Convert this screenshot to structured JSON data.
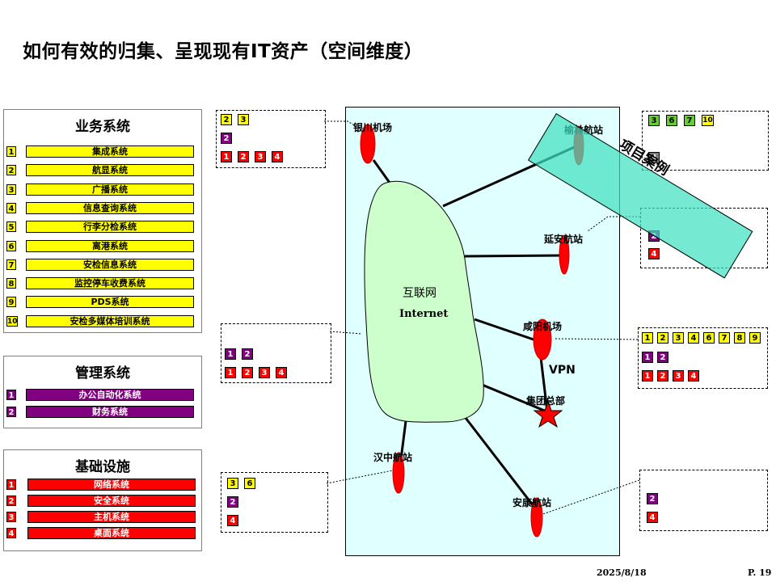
{
  "title": "如何有效的归集、呈现现有IT资产（空间维度）",
  "legends": {
    "business": {
      "heading": "业务系统",
      "items": [
        {
          "num": "1",
          "label": "集成系统"
        },
        {
          "num": "2",
          "label": "航显系统"
        },
        {
          "num": "3",
          "label": "广播系统"
        },
        {
          "num": "4",
          "label": "信息查询系统"
        },
        {
          "num": "5",
          "label": "行李分检系统"
        },
        {
          "num": "6",
          "label": "离港系统"
        },
        {
          "num": "7",
          "label": "安检信息系统"
        },
        {
          "num": "8",
          "label": "监控停车收费系统"
        },
        {
          "num": "9",
          "label": "PDS系统"
        },
        {
          "num": "10",
          "label": "安检多媒体培训系统"
        }
      ]
    },
    "management": {
      "heading": "管理系统",
      "items": [
        {
          "num": "1",
          "label": "办公自动化系统"
        },
        {
          "num": "2",
          "label": "财务系统"
        }
      ]
    },
    "infrastructure": {
      "heading": "基础设施",
      "items": [
        {
          "num": "1",
          "label": "网络系统"
        },
        {
          "num": "2",
          "label": "安全系统"
        },
        {
          "num": "3",
          "label": "主机系统"
        },
        {
          "num": "4",
          "label": "桌面系统"
        }
      ]
    }
  },
  "map": {
    "cloud_label": "互联网",
    "cloud_label_en": "Internet",
    "vpn_label": "VPN",
    "stations": {
      "yinchuan": "银川机场",
      "yulin": "榆林航站",
      "yanan": "延安航站",
      "xianyang": "咸阳机场",
      "hq": "集团总部",
      "hanzhong": "汉中航站",
      "ankang": "安康航站"
    }
  },
  "asset_boxes": {
    "yinchuan": {
      "business": [
        "2",
        "3"
      ],
      "management": [
        "2"
      ],
      "infrastructure": [
        "1",
        "2",
        "3",
        "4"
      ]
    },
    "yulin": {
      "business": [
        "3",
        "6",
        "7",
        "10"
      ],
      "infrastructure": [
        "4"
      ]
    },
    "yanan": {
      "management": [
        "2"
      ],
      "infrastructure": [
        "4"
      ]
    },
    "west_mid": {
      "management": [
        "1",
        "2"
      ],
      "infrastructure": [
        "1",
        "2",
        "3",
        "4"
      ]
    },
    "xianyang": {
      "business": [
        "1",
        "2",
        "3",
        "4",
        "6",
        "7",
        "8",
        "9"
      ],
      "management": [
        "1",
        "2"
      ],
      "infrastructure": [
        "1",
        "2",
        "3",
        "4"
      ]
    },
    "hanzhong": {
      "business": [
        "3",
        "6"
      ],
      "management": [
        "2"
      ],
      "infrastructure": [
        "4"
      ]
    },
    "ankang": {
      "management": [
        "2"
      ],
      "infrastructure": [
        "4"
      ]
    }
  },
  "banner": "项目案例",
  "footer": {
    "date": "2025/8/18",
    "page": "P. 19"
  },
  "colors": {
    "business": "#ffff00",
    "management": "#800080",
    "infrastructure": "#ff0000",
    "map_bg": "#e0ffff",
    "cloud": "#ccffcc",
    "banner": "#40e0c0"
  }
}
